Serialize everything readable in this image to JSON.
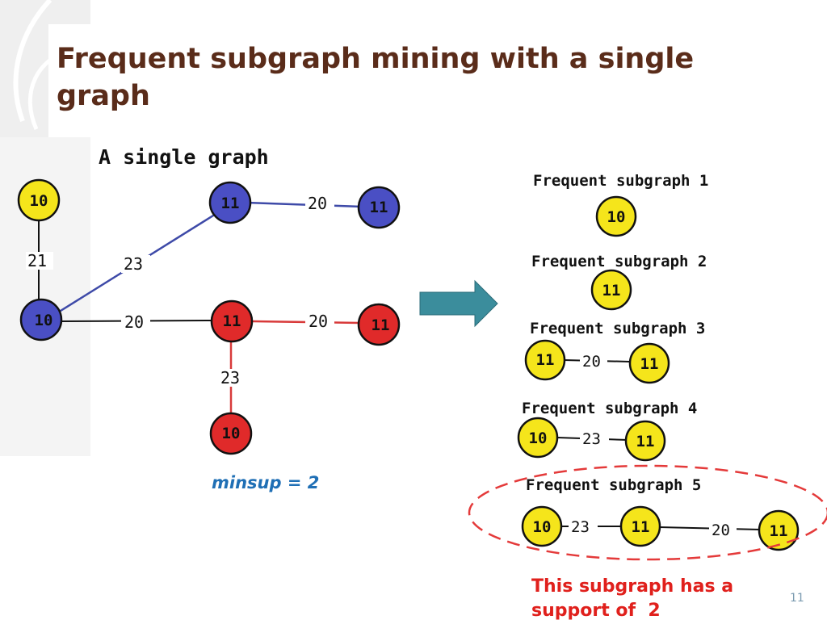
{
  "slide": {
    "title": "Frequent subgraph mining with a single graph",
    "page_number": "11"
  },
  "input_graph": {
    "title": "A single graph",
    "minsup_label": "minsup = 2",
    "nodes": [
      {
        "id": "n1",
        "label": "10",
        "color": "yellow"
      },
      {
        "id": "n2",
        "label": "10",
        "color": "blue"
      },
      {
        "id": "n3",
        "label": "11",
        "color": "blue"
      },
      {
        "id": "n4",
        "label": "11",
        "color": "blue"
      },
      {
        "id": "n5",
        "label": "11",
        "color": "red"
      },
      {
        "id": "n6",
        "label": "11",
        "color": "red"
      },
      {
        "id": "n7",
        "label": "10",
        "color": "red"
      }
    ],
    "edges": [
      {
        "from": "n1",
        "to": "n2",
        "label": "21"
      },
      {
        "from": "n2",
        "to": "n3",
        "label": "23"
      },
      {
        "from": "n3",
        "to": "n4",
        "label": "20"
      },
      {
        "from": "n2",
        "to": "n5",
        "label": "20"
      },
      {
        "from": "n5",
        "to": "n6",
        "label": "20"
      },
      {
        "from": "n5",
        "to": "n7",
        "label": "23"
      }
    ]
  },
  "arrow": {
    "color": "#3b8d9c"
  },
  "frequent_subgraphs": [
    {
      "title": "Frequent subgraph 1",
      "nodes": [
        "10"
      ],
      "edges": []
    },
    {
      "title": "Frequent subgraph 2",
      "nodes": [
        "11"
      ],
      "edges": []
    },
    {
      "title": "Frequent subgraph 3",
      "nodes": [
        "11",
        "11"
      ],
      "edges": [
        "20"
      ]
    },
    {
      "title": "Frequent subgraph 4",
      "nodes": [
        "10",
        "11"
      ],
      "edges": [
        "23"
      ]
    },
    {
      "title": "Frequent subgraph 5",
      "nodes": [
        "10",
        "11",
        "11"
      ],
      "edges": [
        "23",
        "20"
      ]
    }
  ],
  "highlight": {
    "text_line1": "This subgraph has a",
    "text_line2": "support of  2"
  },
  "colors": {
    "title": "#5a2c1a",
    "yellow": "#f5e51b",
    "blue": "#4a4fc4",
    "red": "#e02a2a",
    "blue_edge": "#3e4aa8",
    "red_edge": "#d83a3a",
    "minsup_text": "#1f6fb5",
    "highlight_text": "#e0201c",
    "ellipse": "#e43a3a"
  }
}
